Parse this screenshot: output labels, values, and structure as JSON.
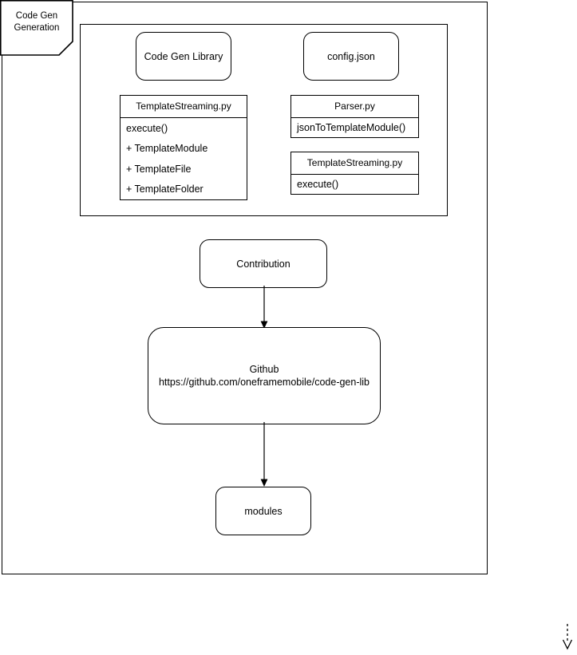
{
  "diagram": {
    "title": "Code Gen Generation",
    "corner_tab": {
      "line1": "Code Gen",
      "line2": "Generation"
    },
    "group": {
      "nodes": [
        {
          "id": "code-gen-library",
          "label": "Code Gen Library",
          "shape": "rounded-rect"
        },
        {
          "id": "config-json",
          "label": "config.json",
          "shape": "rounded-rect"
        }
      ],
      "class_boxes": [
        {
          "id": "template-streaming-left",
          "title": "TemplateStreaming.py",
          "rows": [
            "execute()",
            "+ TemplateModule",
            "+ TemplateFile",
            "+ TemplateFolder"
          ]
        },
        {
          "id": "parser-py",
          "title": "Parser.py",
          "rows": [
            "jsonToTemplateModule()"
          ]
        },
        {
          "id": "template-streaming-right",
          "title": "TemplateStreaming.py",
          "rows": [
            "execute()"
          ]
        }
      ]
    },
    "flow": {
      "contribution": {
        "label": "Contribution"
      },
      "github": {
        "line1": "Github",
        "line2": "https://github.com/oneframemobile/code-gen-lib"
      },
      "modules": {
        "label": "modules"
      },
      "edges": [
        {
          "id": "contribution-to-github",
          "from": "Contribution",
          "to": "Github",
          "style": "solid",
          "arrow": "filled-triangle"
        },
        {
          "id": "github-to-modules",
          "from": "Github",
          "to": "modules",
          "style": "solid",
          "arrow": "filled-triangle"
        },
        {
          "id": "dangling-bottom-right",
          "from": "",
          "to": "",
          "style": "dashed",
          "arrow": "open-v"
        }
      ]
    },
    "colors": {
      "stroke": "#000000",
      "fill": "#ffffff",
      "background": "#ffffff"
    }
  }
}
